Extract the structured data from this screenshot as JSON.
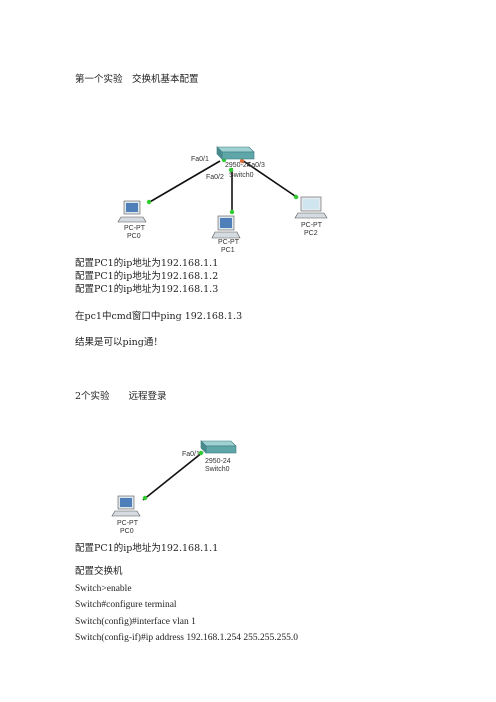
{
  "section1": {
    "heading": "第一个实验　交换机基本配置",
    "diagram": {
      "switch_model": "2950-24",
      "switch_name": "Switch0",
      "ports": [
        "Fa0/1",
        "Fa0/2",
        "Fa0/3"
      ],
      "pc_type": "PC-PT",
      "pcs": [
        "PC0",
        "PC1",
        "PC2"
      ]
    },
    "config_lines": [
      "配置PC1的ip地址为192.168.1.1",
      "配置PC1的ip地址为192.168.1.2",
      "配置PC1的ip地址为192.168.1.3"
    ],
    "ping_line": "在pc1中cmd窗口中ping 192.168.1.3",
    "result_line": "结果是可以ping通！"
  },
  "section2": {
    "heading": "2个实验　　远程登录",
    "diagram": {
      "port": "Fa0/1",
      "switch_model": "2950-24",
      "switch_name": "Switch0",
      "pc_type": "PC-PT",
      "pc_name": "PC0"
    },
    "pc_config": "配置PC1的ip地址为192.168.1.1",
    "switch_config_title": "配置交换机",
    "commands": [
      "Switch>enable",
      "Switch#configure terminal",
      "Switch(config)#interface vlan 1",
      "Switch(config-if)#ip address 192.168.1.254 255.255.255.0"
    ]
  },
  "colors": {
    "link": "#111111",
    "port_up": "#2ecc2e",
    "port_down": "#e0703a",
    "device_teal": "#5fa6a8",
    "screen_blue": "#4f7fb8"
  }
}
